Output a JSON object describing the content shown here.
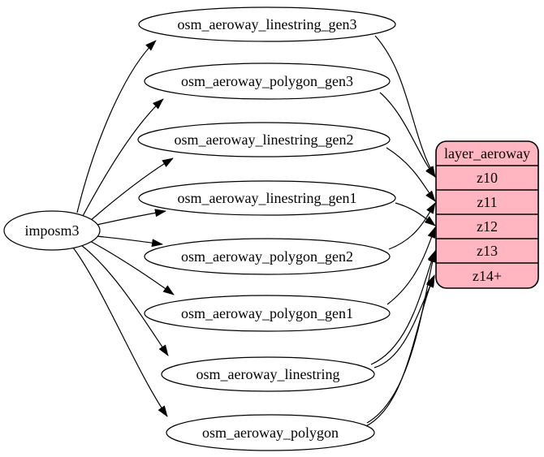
{
  "nodes": {
    "source": {
      "label": "imposm3"
    },
    "tables": [
      {
        "label": "osm_aeroway_linestring_gen3"
      },
      {
        "label": "osm_aeroway_polygon_gen3"
      },
      {
        "label": "osm_aeroway_linestring_gen2"
      },
      {
        "label": "osm_aeroway_linestring_gen1"
      },
      {
        "label": "osm_aeroway_polygon_gen2"
      },
      {
        "label": "osm_aeroway_polygon_gen1"
      },
      {
        "label": "osm_aeroway_linestring"
      },
      {
        "label": "osm_aeroway_polygon"
      }
    ],
    "layer": {
      "title": "layer_aeroway",
      "rows": [
        {
          "label": "z10"
        },
        {
          "label": "z11"
        },
        {
          "label": "z12"
        },
        {
          "label": "z13"
        },
        {
          "label": "z14+"
        }
      ]
    }
  },
  "edges": [
    {
      "from": "imposm3",
      "to": "osm_aeroway_linestring_gen3"
    },
    {
      "from": "imposm3",
      "to": "osm_aeroway_polygon_gen3"
    },
    {
      "from": "imposm3",
      "to": "osm_aeroway_linestring_gen2"
    },
    {
      "from": "imposm3",
      "to": "osm_aeroway_linestring_gen1"
    },
    {
      "from": "imposm3",
      "to": "osm_aeroway_polygon_gen2"
    },
    {
      "from": "imposm3",
      "to": "osm_aeroway_polygon_gen1"
    },
    {
      "from": "imposm3",
      "to": "osm_aeroway_linestring"
    },
    {
      "from": "imposm3",
      "to": "osm_aeroway_polygon"
    },
    {
      "from": "osm_aeroway_linestring_gen3",
      "to": "layer_aeroway:z10"
    },
    {
      "from": "osm_aeroway_polygon_gen3",
      "to": "layer_aeroway:z10"
    },
    {
      "from": "osm_aeroway_linestring_gen2",
      "to": "layer_aeroway:z11"
    },
    {
      "from": "osm_aeroway_polygon_gen2",
      "to": "layer_aeroway:z11"
    },
    {
      "from": "osm_aeroway_linestring_gen1",
      "to": "layer_aeroway:z12"
    },
    {
      "from": "osm_aeroway_polygon_gen1",
      "to": "layer_aeroway:z12"
    },
    {
      "from": "osm_aeroway_linestring",
      "to": "layer_aeroway:z13"
    },
    {
      "from": "osm_aeroway_polygon",
      "to": "layer_aeroway:z13"
    },
    {
      "from": "osm_aeroway_linestring",
      "to": "layer_aeroway:z14+"
    },
    {
      "from": "osm_aeroway_polygon",
      "to": "layer_aeroway:z14+"
    }
  ],
  "colors": {
    "layer_fill": "#ffb6c1",
    "table_fill": "#ffffff",
    "stroke": "#000000",
    "background": "#ffffff"
  }
}
